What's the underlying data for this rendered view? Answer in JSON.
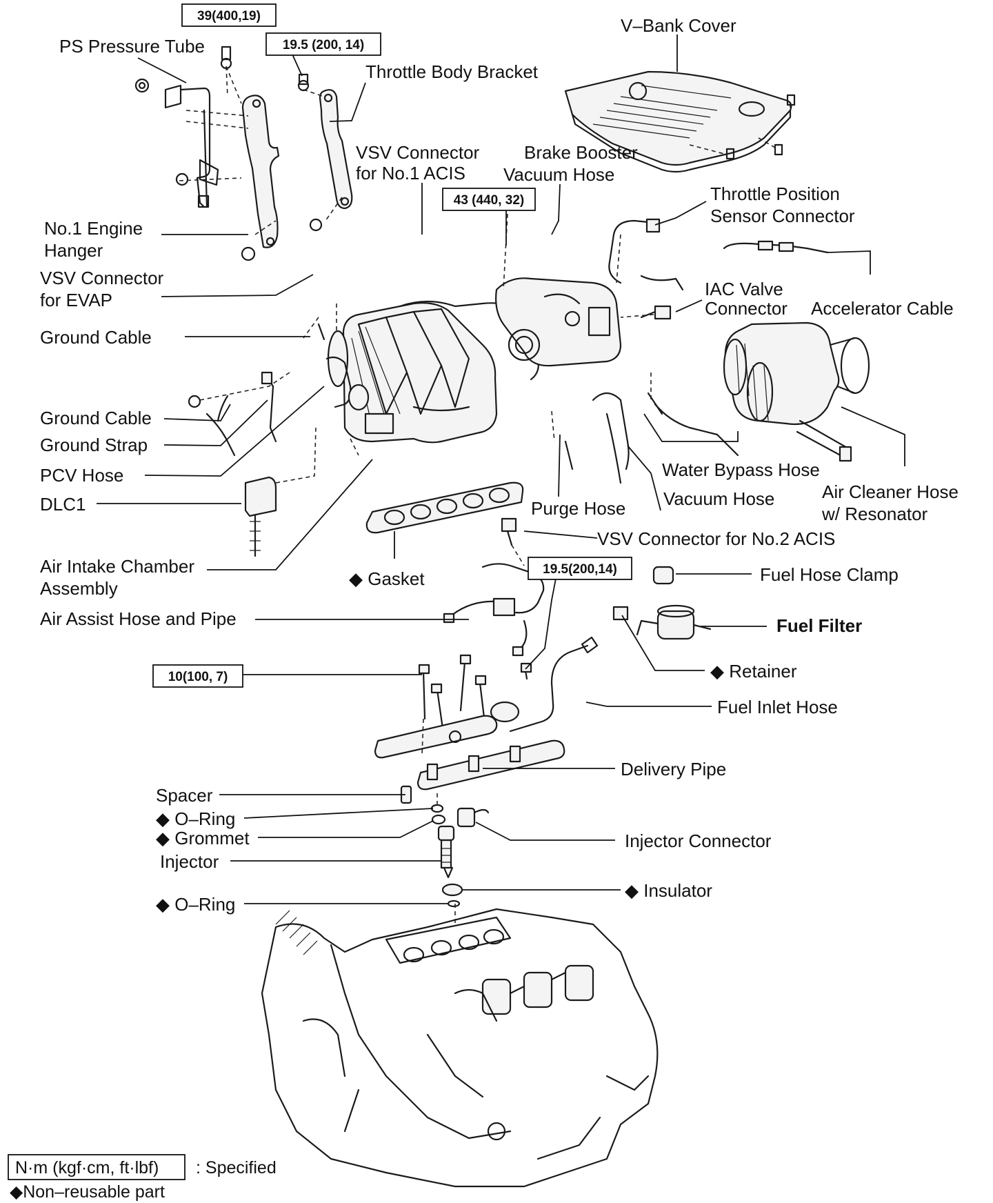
{
  "labels": {
    "ps_pressure_tube": "PS Pressure Tube",
    "throttle_body_bracket": "Throttle Body Bracket",
    "v_bank_cover": "V–Bank Cover",
    "vsv_connector_no1_acis_1": "VSV Connector",
    "vsv_connector_no1_acis_2": "for No.1 ACIS",
    "brake_booster_1": "Brake Booster",
    "brake_booster_2": "Vacuum Hose",
    "tps_connector_1": "Throttle Position",
    "tps_connector_2": "Sensor Connector",
    "no1_engine_hanger_1": "No.1 Engine",
    "no1_engine_hanger_2": "Hanger",
    "vsv_connector_evap_1": "VSV Connector",
    "vsv_connector_evap_2": "for EVAP",
    "iac_valve_1": "IAC Valve",
    "iac_valve_2": "Connector",
    "accelerator_cable": "Accelerator Cable",
    "ground_cable_1": "Ground Cable",
    "ground_cable_2": "Ground Cable",
    "ground_strap": "Ground Strap",
    "pcv_hose": "PCV Hose",
    "dlc1": "DLC1",
    "water_bypass_hose": "Water Bypass Hose",
    "vacuum_hose": "Vacuum Hose",
    "purge_hose": "Purge Hose",
    "air_cleaner_hose_1": "Air Cleaner Hose",
    "air_cleaner_hose_2": "w/ Resonator",
    "vsv_connector_no2_acis": "VSV Connector for No.2 ACIS",
    "air_intake_chamber_1": "Air Intake Chamber",
    "air_intake_chamber_2": "Assembly",
    "gasket": "◆ Gasket",
    "fuel_hose_clamp": "Fuel Hose Clamp",
    "air_assist_hose": "Air Assist Hose and Pipe",
    "fuel_filter": "Fuel Filter",
    "retainer": "◆ Retainer",
    "fuel_inlet_hose": "Fuel Inlet Hose",
    "delivery_pipe": "Delivery Pipe",
    "spacer": "Spacer",
    "o_ring_1": "◆ O–Ring",
    "grommet": "◆ Grommet",
    "injector": "Injector",
    "injector_connector": "Injector Connector",
    "insulator": "◆ Insulator",
    "o_ring_2": "◆ O–Ring"
  },
  "torque": {
    "t1": "39(400,19)",
    "t2": "19.5 (200, 14)",
    "t3": "43 (440, 32)",
    "t4": "19.5(200,14)",
    "t5": "10(100, 7)"
  },
  "legend": {
    "unit_box": "N·m (kgf·cm, ft·lbf)",
    "specified": ": Specified",
    "non_reusable": "◆Non–reusable part"
  }
}
